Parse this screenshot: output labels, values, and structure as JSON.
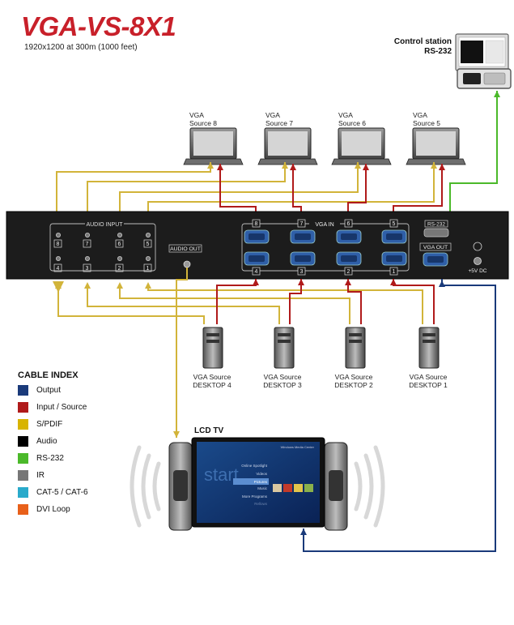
{
  "title": "VGA-VS-8X1",
  "subtitle": "1920x1200 at 300m (1000 feet)",
  "control_station": {
    "line1": "Control station",
    "line2": "RS-232"
  },
  "sources_top": [
    {
      "line1": "VGA",
      "line2": "Source 8"
    },
    {
      "line1": "VGA",
      "line2": "Source 7"
    },
    {
      "line1": "VGA",
      "line2": "Source 6"
    },
    {
      "line1": "VGA",
      "line2": "Source 5"
    }
  ],
  "sources_bottom": [
    {
      "line1": "VGA Source",
      "line2": "DESKTOP 4"
    },
    {
      "line1": "VGA Source",
      "line2": "DESKTOP 3"
    },
    {
      "line1": "VGA Source",
      "line2": "DESKTOP 2"
    },
    {
      "line1": "VGA Source",
      "line2": "DESKTOP 1"
    }
  ],
  "device": {
    "audio_input_label": "AUDIO INPUT",
    "audio_out_label": "AUDIO OUT",
    "vga_in_label": "VGA IN",
    "vga_out_label": "VGA OUT",
    "rs232_label": "RS-232",
    "power_label": "+5V DC",
    "audio_top_numbers": [
      "8",
      "7",
      "6",
      "5"
    ],
    "audio_bottom_numbers": [
      "4",
      "3",
      "2",
      "1"
    ],
    "vga_top_numbers": [
      "8",
      "7",
      "6",
      "5"
    ],
    "vga_bottom_numbers": [
      "4",
      "3",
      "2",
      "1"
    ]
  },
  "lcd": {
    "label": "LCD TV",
    "screen_word": "start",
    "brand": "Windows Media Center",
    "menu": [
      "Online Spotlight",
      "Videos",
      "Pictures",
      "Music",
      "More Programs",
      "Rellows"
    ]
  },
  "cable_index": {
    "title": "CABLE INDEX",
    "items": [
      {
        "label": "Output",
        "color": "#1a3a7a"
      },
      {
        "label": "Input / Source",
        "color": "#b01a1a"
      },
      {
        "label": "S/PDIF",
        "color": "#d8b400"
      },
      {
        "label": "Audio",
        "color": "#000000"
      },
      {
        "label": "RS-232",
        "color": "#4bb92a"
      },
      {
        "label": "IR",
        "color": "#777777"
      },
      {
        "label": "CAT-5 / CAT-6",
        "color": "#29aacb"
      },
      {
        "label": "DVI Loop",
        "color": "#e8601a"
      }
    ]
  },
  "colors": {
    "title_red": "#c8202a",
    "audio_cable": "#d2b43a",
    "source_cable": "#b01a1a",
    "output_cable": "#1a3a7a",
    "rs232_cable": "#4bb92a",
    "device_body": "#1a1a1a"
  }
}
